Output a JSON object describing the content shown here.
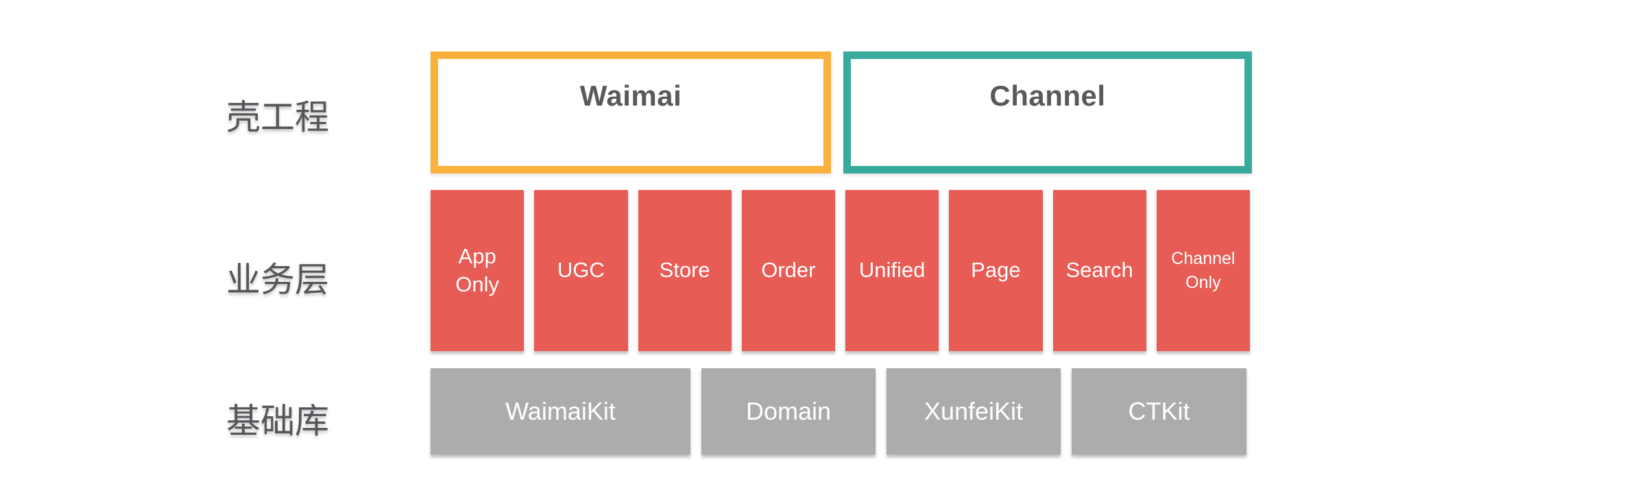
{
  "colors": {
    "background": "#ffffff",
    "amber": "#fbb03b",
    "teal": "#38ab9c",
    "coral": "#e75c55",
    "gray": "#acacac",
    "shell_text": "#58595b",
    "label_text": "#54565a",
    "box_text": "#ffffff"
  },
  "rows": {
    "shell": {
      "label": "壳工程",
      "boxes": [
        {
          "text": "Waimai",
          "accent": "#fbb03b"
        },
        {
          "text": "Channel",
          "accent": "#38ab9c"
        }
      ]
    },
    "business": {
      "label": "业务层",
      "box_color": "#e75c55",
      "boxes": [
        {
          "text": "App Only"
        },
        {
          "text": "UGC"
        },
        {
          "text": "Store"
        },
        {
          "text": "Order"
        },
        {
          "text": "Unified"
        },
        {
          "text": "Page"
        },
        {
          "text": "Search"
        },
        {
          "text": "Channel Only"
        }
      ]
    },
    "foundation": {
      "label": "基础库",
      "box_color": "#acacac",
      "boxes": [
        {
          "text": "WaimaiKit"
        },
        {
          "text": "Domain"
        },
        {
          "text": "XunfeiKit"
        },
        {
          "text": "CTKit"
        }
      ]
    }
  }
}
